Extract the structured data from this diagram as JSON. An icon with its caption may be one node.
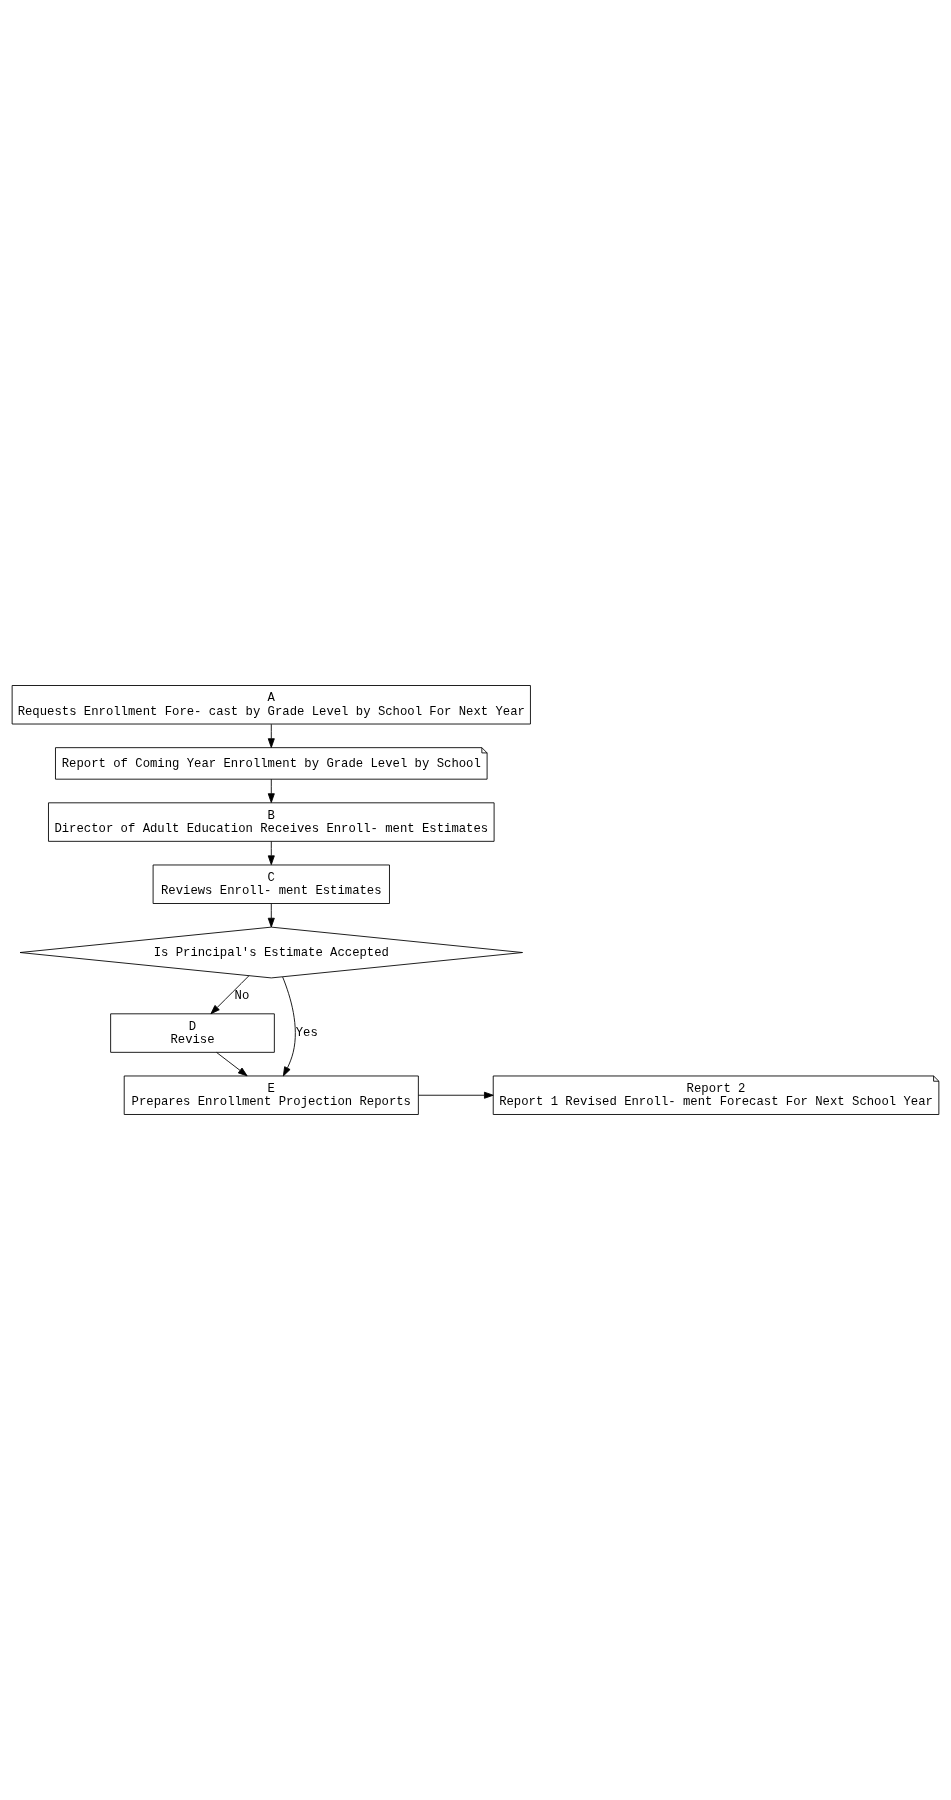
{
  "diagram": {
    "nodes": [
      {
        "text": [
          "A",
          "Requests Enrollment Fore- cast by Grade Level by School For Next Year"
        ]
      },
      {
        "text": [
          "Report of Coming Year Enrollment by Grade Level by School"
        ]
      },
      {
        "text": [
          "B",
          "Director of Adult Education Receives Enroll- ment Estimates"
        ]
      },
      {
        "text": [
          "C",
          "Reviews Enroll- ment Estimates"
        ]
      },
      {
        "text": [
          "Is Principal's Estimate Accepted"
        ]
      },
      {
        "text": [
          "D",
          "Revise"
        ]
      },
      {
        "text": [
          "E",
          "Prepares Enrollment Projection Reports"
        ]
      },
      {
        "text": [
          "Report 2",
          "Report 1 Revised Enroll- ment Forecast For Next School Year"
        ]
      }
    ],
    "edges": [
      {
        "from": 0,
        "to": 1,
        "arrow": "to"
      },
      {
        "from": 1,
        "to": 2,
        "arrow": "to"
      },
      {
        "from": 2,
        "to": 3,
        "arrow": "to"
      },
      {
        "from": 3,
        "to": 4,
        "arrow": "to"
      },
      {
        "from": 4,
        "to": 5,
        "arrow": "to",
        "label": "No"
      },
      {
        "from": 4,
        "to": 6,
        "arrow": "to",
        "label": "Yes"
      },
      {
        "from": 5,
        "to": 6,
        "arrow": "to"
      },
      {
        "from": 6,
        "to": 7,
        "arrow": "to"
      }
    ]
  }
}
